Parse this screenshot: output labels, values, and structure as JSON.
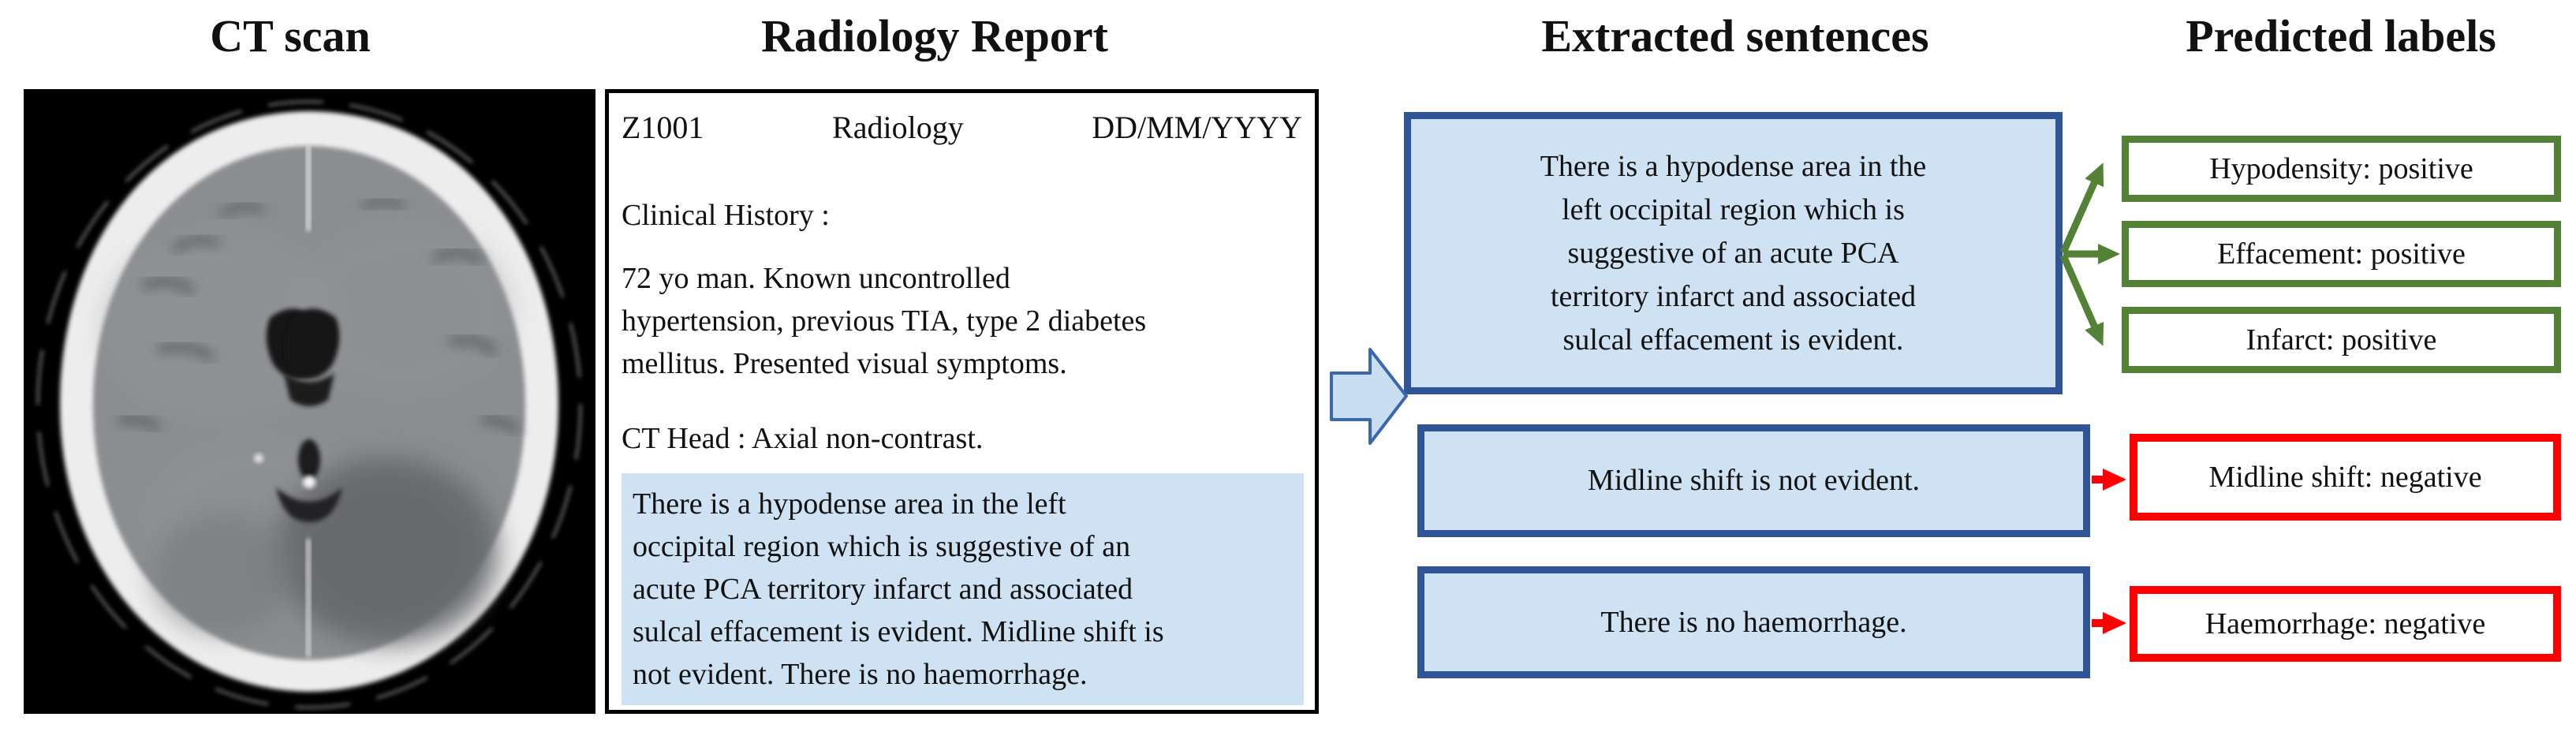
{
  "columns": {
    "ct_scan": {
      "title": "CT scan"
    },
    "report": {
      "title": "Radiology Report"
    },
    "extracted": {
      "title": "Extracted sentences"
    },
    "predicted": {
      "title": "Predicted labels"
    }
  },
  "report": {
    "header": {
      "patient_id": "Z1001",
      "department": "Radiology",
      "date": "DD/MM/YYYY"
    },
    "clinical_history_label": "Clinical History :",
    "clinical_history_lines": [
      "72 yo man. Known uncontrolled",
      "hypertension, previous TIA, type 2 diabetes",
      "mellitus. Presented visual symptoms."
    ],
    "exam_line": "CT Head : Axial non-contrast.",
    "findings_lines": [
      "There is a hypodense area in the left",
      "occipital region which is suggestive of an",
      "acute PCA territory infarct and associated",
      "sulcal effacement is evident. Midline shift is",
      "not evident. There is no haemorrhage."
    ]
  },
  "extracted_sentences": [
    {
      "lines": [
        "There is a hypodense area in the",
        "left occipital region which is",
        "suggestive of an acute PCA",
        "territory infarct and associated",
        "sulcal effacement is evident."
      ]
    },
    {
      "lines": [
        "Midline shift is not evident."
      ]
    },
    {
      "lines": [
        "There is no haemorrhage."
      ]
    }
  ],
  "predicted_labels": [
    {
      "text": "Hypodensity: positive",
      "polarity": "positive"
    },
    {
      "text": "Effacement: positive",
      "polarity": "positive"
    },
    {
      "text": "Infarct: positive",
      "polarity": "positive"
    },
    {
      "text": "Midline shift: negative",
      "polarity": "negative"
    },
    {
      "text": "Haemorrhage: negative",
      "polarity": "negative"
    }
  ],
  "colors": {
    "sentence_fill": "#cfe2f3",
    "sentence_border": "#2f5597",
    "positive_border": "#538135",
    "negative_border": "#ff0000",
    "report_highlight": "#cfe2f3",
    "block_arrow_fill": "#c9ddf3",
    "block_arrow_stroke": "#3a67ad"
  }
}
